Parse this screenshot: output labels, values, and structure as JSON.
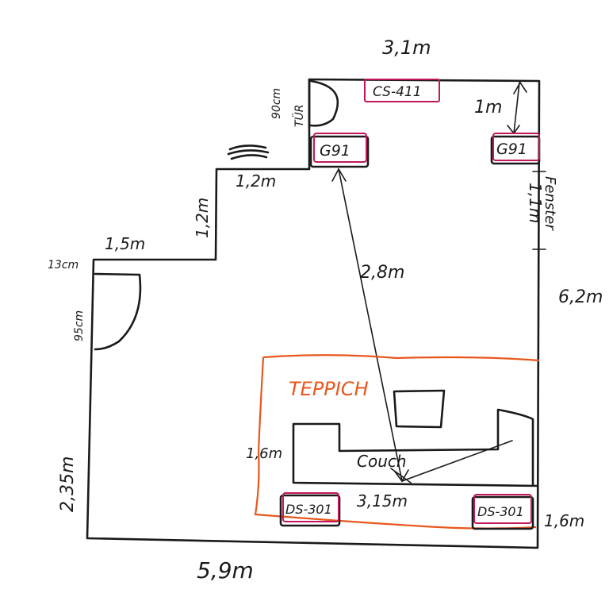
{
  "dimensions": {
    "top_width": "3,1m",
    "bottom_width": "5,9m",
    "right_height": "6,2m",
    "left_height": "2,35m",
    "step_upper_width": "1,2m",
    "step_height": "1,2m",
    "step_lower_width": "1,5m",
    "door_top_width": "90cm",
    "door_left_width": "95cm",
    "door_left_offset": "13cm",
    "speaker_offset": "1m",
    "window_width": "1,1m",
    "listening_distance": "2,8m",
    "couch_depth": "1,6m",
    "couch_width": "3,15m",
    "bottom_right_depth": "1,6m"
  },
  "labels": {
    "door": "TÜR",
    "window": "Fenster",
    "carpet": "TEPPICH",
    "couch": "Couch"
  },
  "speakers": {
    "center": "CS-411",
    "front_left": "G91",
    "front_right": "G91",
    "surround_left": "DS-301",
    "surround_right": "DS-301"
  },
  "colors": {
    "ink": "#1a1a1a",
    "speaker_outline": "#c2185b",
    "carpet": "#e8571e"
  }
}
